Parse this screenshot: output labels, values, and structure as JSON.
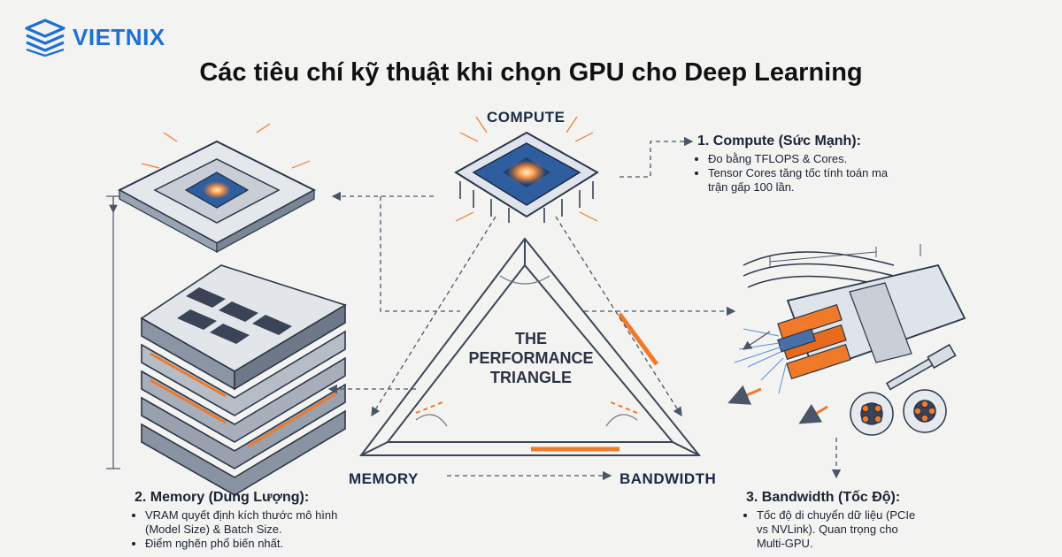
{
  "brand": {
    "name": "VIETNIX",
    "color": "#1f6fd6"
  },
  "title": "Các tiêu chí kỹ thuật khi chọn GPU cho Deep Learning",
  "triangle": {
    "center_label": [
      "THE",
      "PERFORMANCE",
      "TRIANGLE"
    ],
    "nodes": {
      "compute": "COMPUTE",
      "memory": "MEMORY",
      "bandwidth": "BANDWIDTH"
    }
  },
  "callouts": {
    "compute": {
      "heading": "1. Compute (Sức Mạnh):",
      "items": [
        "Đo bằng TFLOPS & Cores.",
        "Tensor Cores tăng tốc tính toán ma trận gấp 100 lần."
      ]
    },
    "memory": {
      "heading": "2. Memory (Dung Lượng):",
      "items": [
        "VRAM quyết định kích thước mô hình (Model Size) & Batch Size.",
        "Điểm nghẽn phổ biến nhất."
      ]
    },
    "bandwidth": {
      "heading": "3. Bandwidth (Tốc Độ):",
      "items": [
        "Tốc độ di chuyển dữ liệu (PCIe vs NVLink). Quan trọng cho Multi-GPU."
      ]
    }
  },
  "colors": {
    "accent": "#f07a2a",
    "ink": "#2b3648",
    "paper": "#f3f3f1"
  }
}
